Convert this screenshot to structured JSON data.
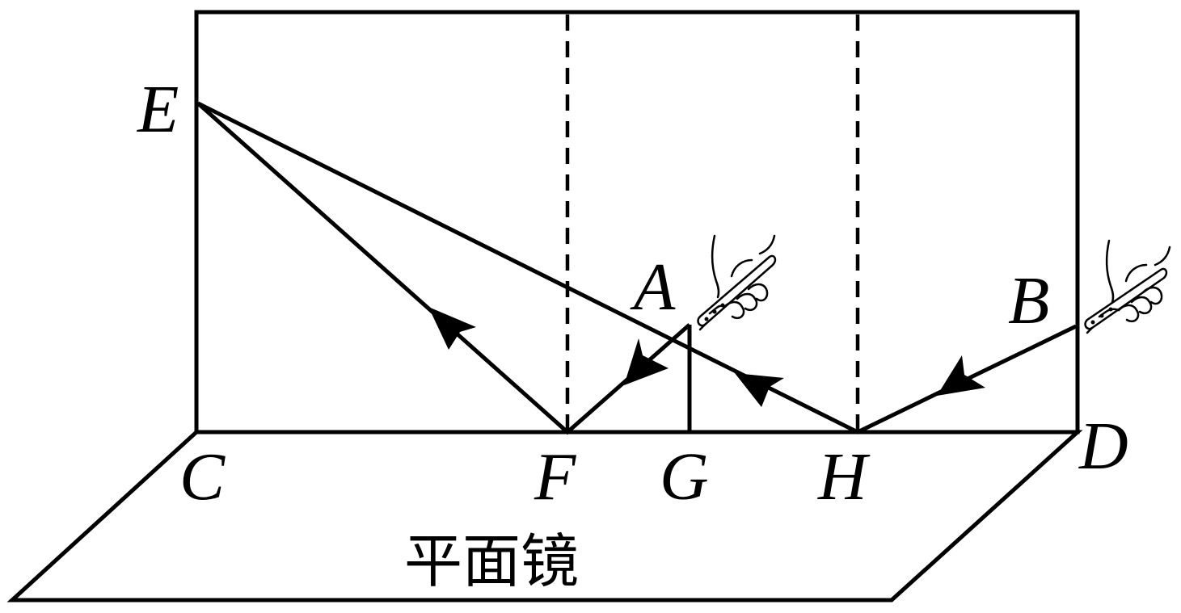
{
  "points": {
    "E": "E",
    "A": "A",
    "B": "B",
    "C": "C",
    "F": "F",
    "G": "G",
    "H": "H",
    "D": "D"
  },
  "mirror_label": "平面镜"
}
